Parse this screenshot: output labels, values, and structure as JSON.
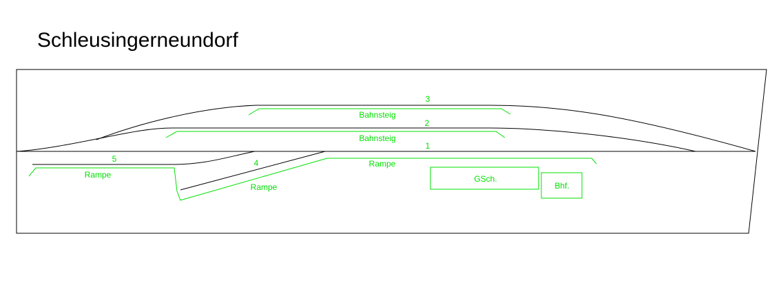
{
  "title": "Schleusingerneundorf",
  "colors": {
    "track": "#000000",
    "structure": "#00e000",
    "frame": "#000000"
  },
  "tracks": [
    {
      "number": "1"
    },
    {
      "number": "2"
    },
    {
      "number": "3"
    },
    {
      "number": "4"
    },
    {
      "number": "5"
    }
  ],
  "structures": {
    "platform_upper": "Bahnsteig",
    "platform_lower": "Bahnsteig",
    "ramp_left": "Rampe",
    "ramp_middle": "Rampe",
    "ramp_right": "Rampe",
    "goods_shed": "GSch.",
    "station_building": "Bhf."
  }
}
